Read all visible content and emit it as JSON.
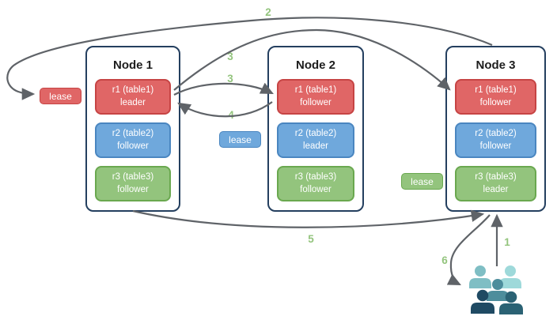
{
  "nodes": [
    {
      "title": "Node 1",
      "replicas": [
        {
          "name": "r1 (table1)",
          "role": "leader",
          "color": "red"
        },
        {
          "name": "r2 (table2)",
          "role": "follower",
          "color": "blue"
        },
        {
          "name": "r3 (table3)",
          "role": "follower",
          "color": "green"
        }
      ]
    },
    {
      "title": "Node 2",
      "replicas": [
        {
          "name": "r1 (table1)",
          "role": "follower",
          "color": "red"
        },
        {
          "name": "r2 (table2)",
          "role": "leader",
          "color": "blue"
        },
        {
          "name": "r3 (table3)",
          "role": "follower",
          "color": "green"
        }
      ]
    },
    {
      "title": "Node 3",
      "replicas": [
        {
          "name": "r1 (table1)",
          "role": "follower",
          "color": "red"
        },
        {
          "name": "r2 (table2)",
          "role": "follower",
          "color": "blue"
        },
        {
          "name": "r3 (table3)",
          "role": "leader",
          "color": "green"
        }
      ]
    }
  ],
  "leases": [
    {
      "label": "lease",
      "color": "red"
    },
    {
      "label": "lease",
      "color": "blue"
    },
    {
      "label": "lease",
      "color": "green"
    }
  ],
  "steps": {
    "s1": "1",
    "s2": "2",
    "s3a": "3",
    "s3b": "3",
    "s4": "4",
    "s5": "5",
    "s6": "6"
  },
  "icons": {
    "users": "users-icon"
  },
  "colors": {
    "red_fill": "#e06666",
    "red_border": "#c64444",
    "blue_fill": "#6fa8dc",
    "blue_border": "#4a86c0",
    "green_fill": "#93c47d",
    "green_border": "#6aa84f",
    "node_border": "#243f5f",
    "arrow": "#5f6368",
    "step_label": "#93c47d",
    "users": [
      "#7fbec4",
      "#9ed9da",
      "#4d8d9c",
      "#1f4a63",
      "#2b6274"
    ]
  }
}
